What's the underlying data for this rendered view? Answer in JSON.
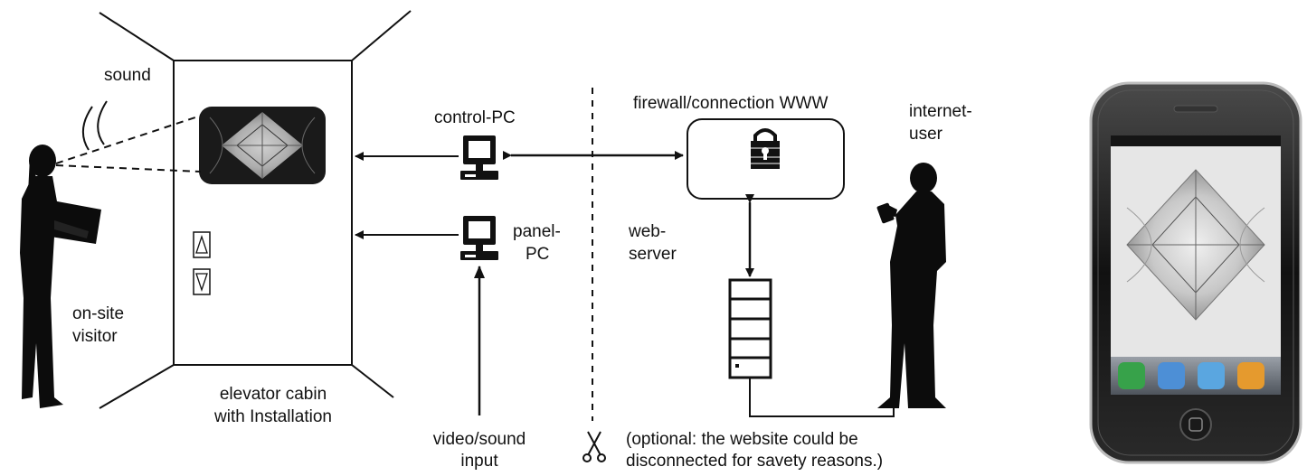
{
  "labels": {
    "sound": "sound",
    "control_pc": "control-PC",
    "firewall": "firewall/connection WWW",
    "internet_user": [
      "internet-",
      "user"
    ],
    "panel_pc": [
      "panel-",
      "PC"
    ],
    "web_server": [
      "web-",
      "server"
    ],
    "on_site_visitor": [
      "on-site",
      "visitor"
    ],
    "elevator_cabin": [
      "elevator cabin",
      "with Installation"
    ],
    "video_sound_input": [
      "video/sound",
      "input"
    ],
    "optional_note": [
      "(optional: the website could be",
      "disconnected for savety reasons.)"
    ]
  },
  "icons": {
    "lock": "lock-icon",
    "scissors": "scissors-icon",
    "computer": "computer-icon",
    "server": "server-rack-icon",
    "smartphone": "smartphone-icon"
  },
  "colors": {
    "line": "#111111",
    "screen_dark": "#1a1a1a",
    "silhouette": "#0c0c0c"
  }
}
